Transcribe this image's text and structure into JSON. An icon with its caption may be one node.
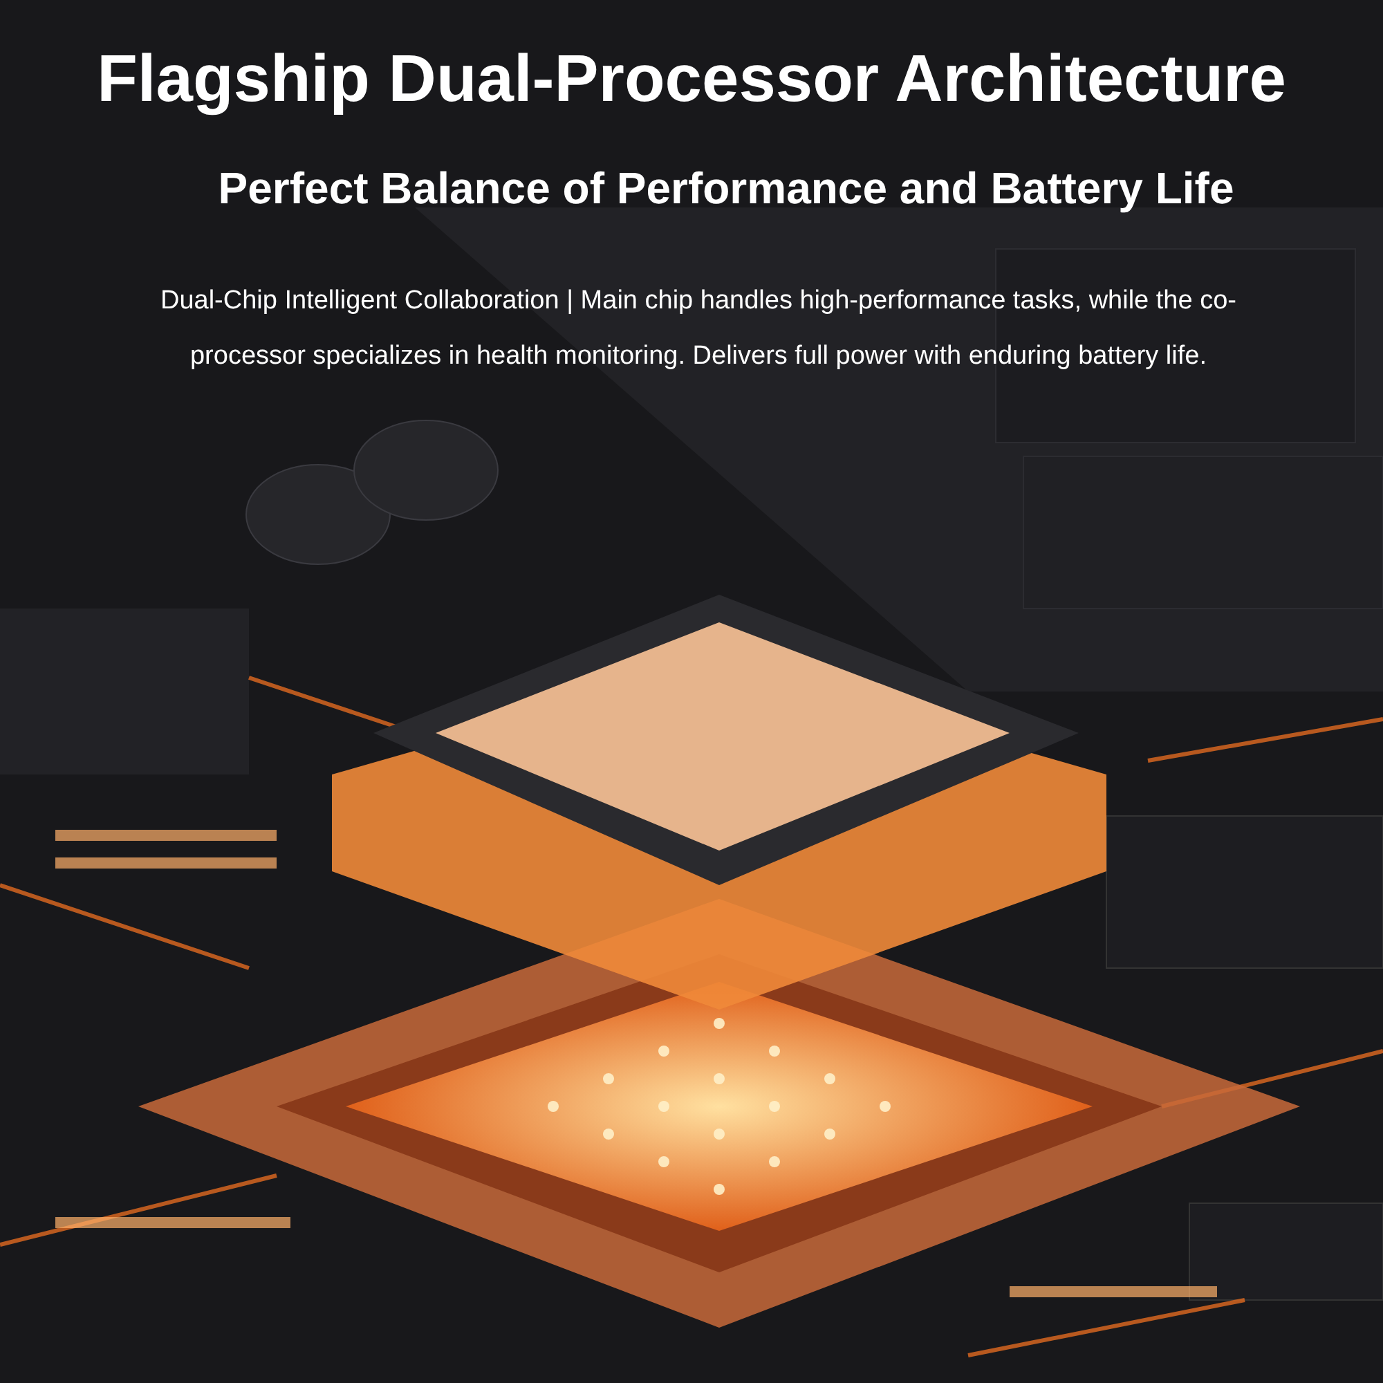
{
  "diagram": {
    "title": "Flagship Dual-Processor Architecture",
    "labels": [
      "Perfect Balance of Performance and Battery Life",
      "Dual-Chip Intelligent Collaboration | Main chip handles high-performance tasks, while the co-processor specializes in health monitoring. Delivers full power with enduring battery life."
    ]
  }
}
